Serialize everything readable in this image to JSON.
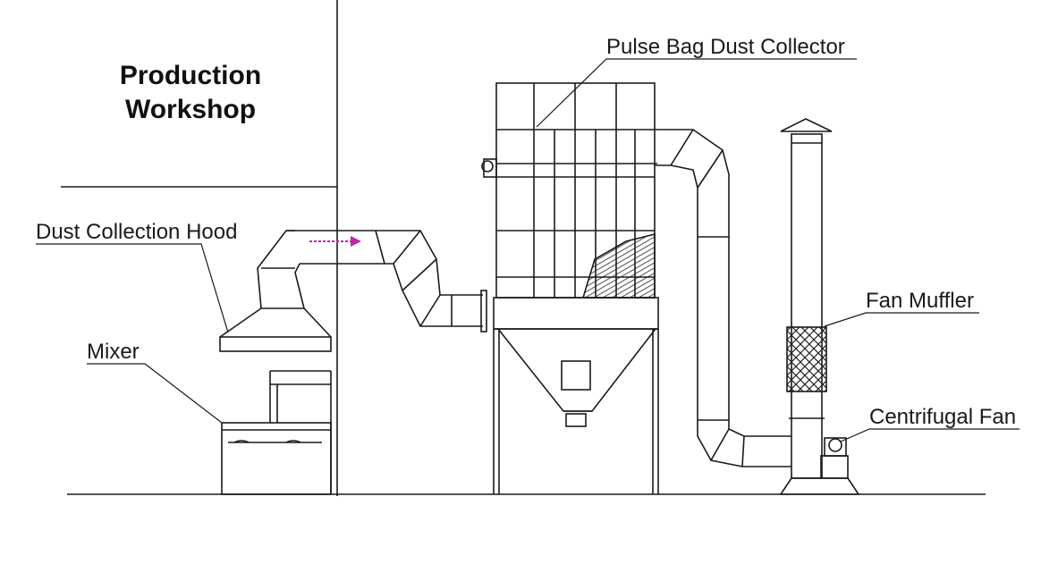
{
  "diagram": {
    "workshop_title": "Production\nWorkshop",
    "labels": {
      "pulse_bag": "Pulse Bag Dust Collector",
      "hood": "Dust Collection Hood",
      "mixer": "Mixer",
      "muffler": "Fan Muffler",
      "fan": "Centrifugal Fan"
    },
    "colors": {
      "line": "#1a1a1a",
      "flow_arrow": "#c026a8",
      "background": "#ffffff"
    }
  }
}
